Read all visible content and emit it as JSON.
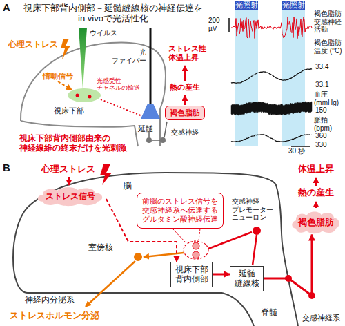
{
  "diagram": {
    "nodes": [
      {
        "text": [
          "褐色脂肪"
        ]
      },
      {
        "text": [
          "ストレス信号"
        ]
      },
      {
        "text": [
          "前脳のストレス信号を 交感神経系へ伝達する グルタミン酸神経伝達"
        ]
      },
      {
        "text": [
          "視床下部 背内側部"
        ]
      },
      {
        "text": [
          "延髄 縫線核"
        ]
      },
      {
        "text": [
          "褐色脂肪"
        ]
      }
    ],
    "edges": [
      {
        "from": 1,
        "to": 3,
        "arrow": "to"
      },
      {
        "from": 3,
        "to": 4,
        "arrow": "to"
      },
      {
        "from": 4,
        "to": 5,
        "arrow": "to"
      }
    ],
    "labels": [
      "A",
      "視床下部背内側部－延髄縫線核の神経伝達を in vivoで光活性化",
      "心理ストレス",
      "情動信号",
      "ウイルス",
      "光感受性 チャネルの輸送",
      "光 ファイバー",
      "視床下部",
      "延髄",
      "ストレス性 体温上昇",
      "熱の産生",
      "交感神経",
      "視床下部背内側部由来の 神経線維の終末だけを光刺激",
      "光照射",
      "光照射",
      "褐色脂肪交感神経活動",
      "200 µV",
      "褐色脂肪温度 (°C)",
      "33.4",
      "33.1",
      "血圧 (mmHg)",
      "150",
      "脈拍 (bpm)",
      "360",
      "330",
      "30 秒",
      "B",
      "心理ストレス",
      "脳",
      "室傍核",
      "交感神経 プレモーター ニューロン",
      "体温上昇",
      "熱の産生",
      "神経内分泌系",
      "ストレスホルモン分泌",
      "脊髄",
      "交感神経系"
    ]
  }
}
